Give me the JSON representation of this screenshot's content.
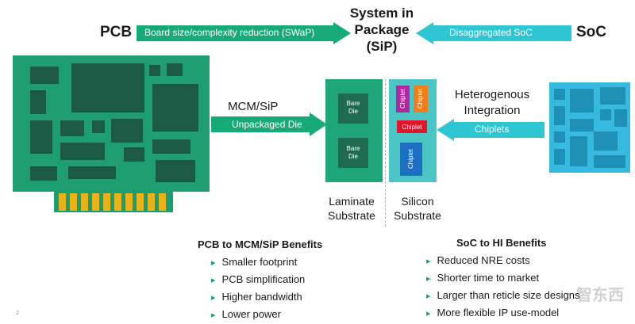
{
  "top": {
    "pcb_label": "PCB",
    "pcb_arrow": "Board size/complexity reduction (SWaP)",
    "sip_title": [
      "System in",
      "Package",
      "(SiP)"
    ],
    "soc_arrow": "Disaggregated SoC",
    "soc_label": "SoC"
  },
  "middle": {
    "mcm_title": "MCM/SiP",
    "mcm_arrow": "Unpackaged Die",
    "hi_title": [
      "Heterogenous",
      "Integration"
    ],
    "hi_arrow": "Chiplets",
    "bare_die_1": [
      "Bare",
      "Die"
    ],
    "bare_die_2": [
      "Bare",
      "Die"
    ],
    "chiplet_labels": [
      "Chiplet",
      "Chiplet",
      "Chiplet",
      "Chiplet"
    ],
    "laminate": [
      "Laminate",
      "Substrate"
    ],
    "silicon": [
      "Silicon",
      "Substrate"
    ]
  },
  "benefits": {
    "pcb_title": "PCB to MCM/SiP Benefits",
    "pcb_items": [
      "Smaller footprint",
      "PCB simplification",
      "Higher bandwidth",
      "Lower power"
    ],
    "soc_title": "SoC to HI Benefits",
    "soc_items": [
      "Reduced NRE costs",
      "Shorter time to market",
      "Larger than reticle size designs",
      "More flexible IP use-model"
    ]
  },
  "watermark": "智东西",
  "footer_number": "2",
  "colors": {
    "green_arrow": "#18a978",
    "cyan_arrow": "#2fc6d4",
    "pcb_board": "#1e9e70",
    "pcb_chip": "#1c5a46",
    "gold": "#e8b21a",
    "soc_fill": "#37b8df",
    "soc_block": "#1e8fb5"
  }
}
